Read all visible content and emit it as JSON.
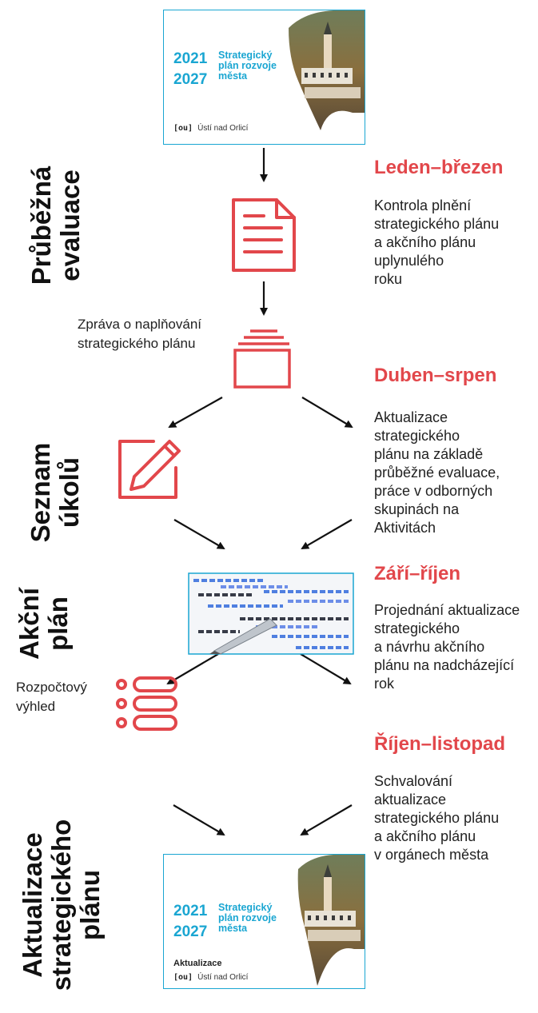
{
  "cover_top": {
    "year_start": "2021",
    "year_end": "2027",
    "title": "Strategický\nplán rozvoje\nměsta",
    "brand_mark": "[ou]",
    "brand_name": "Ústí nad Orlicí"
  },
  "cover_bottom": {
    "year_start": "2021",
    "year_end": "2027",
    "title": "Strategický\nplán rozvoje\nměsta",
    "subtitle": "Aktualizace",
    "brand_mark": "[ou]",
    "brand_name": "Ústí nad Orlicí"
  },
  "stages": [
    {
      "label_line1": "Průběžná",
      "label_line2": "evaluace"
    },
    {
      "label_line1": "Seznam",
      "label_line2": "úkolů"
    },
    {
      "label_line1": "Akční",
      "label_line2": "plán"
    },
    {
      "label_line1": "Aktualizace",
      "label_line2": "strategického",
      "label_line3": "plánu"
    }
  ],
  "phases": [
    {
      "title": "Leden–březen",
      "desc": "Kontrola plnění\nstrategického plánu\na akčního plánu\nuplynulého\nroku"
    },
    {
      "title": "Duben–srpen",
      "desc": "Aktualizace\nstrategického\nplánu na základě\nprůběžné evaluace,\npráce v odborných\nskupinách na\nAktivitách"
    },
    {
      "title": "Září–říjen",
      "desc": "Projednání aktualizace\nstrategického\na návrhu akčního\nplánu na nadcházející\nrok"
    },
    {
      "title": "Říjen–listopad",
      "desc": "Schvalování\naktualizace\nstrategického plánu\na akčního plánu\nv orgánech města"
    }
  ],
  "side_labels": {
    "report": "Zpráva o naplňování\nstrategického plánu",
    "budget": "Rozpočtový\nvýhled"
  },
  "colors": {
    "accent_red": "#e2474b",
    "cover_blue": "#1aa6d2"
  }
}
